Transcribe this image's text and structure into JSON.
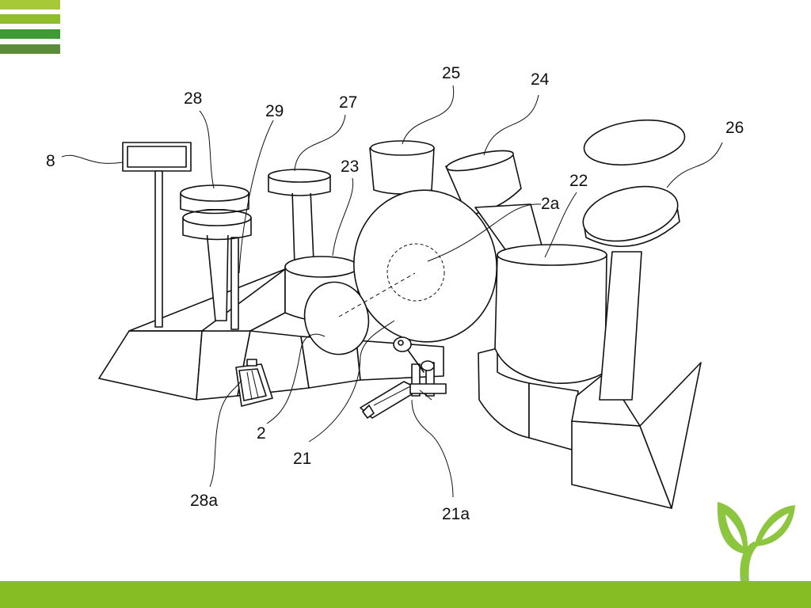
{
  "colors": {
    "stripe_1": "#a8c937",
    "stripe_2": "#8fbe2c",
    "stripe_3": "#3f9a33",
    "stripe_4": "#5a8c3a",
    "footer": "#86bd24",
    "sprout": "#8cc63f",
    "line": "#111111"
  },
  "icons": {
    "sprout": "sprout-icon",
    "stripes": "menu-stripes-icon"
  },
  "labels": {
    "l8": "8",
    "l28": "28",
    "l29": "29",
    "l27": "27",
    "l25": "25",
    "l24": "24",
    "l26": "26",
    "l23": "23",
    "l22": "22",
    "l2a": "2a",
    "l2": "2",
    "l21": "21",
    "l28a": "28a",
    "l21a": "21a"
  }
}
